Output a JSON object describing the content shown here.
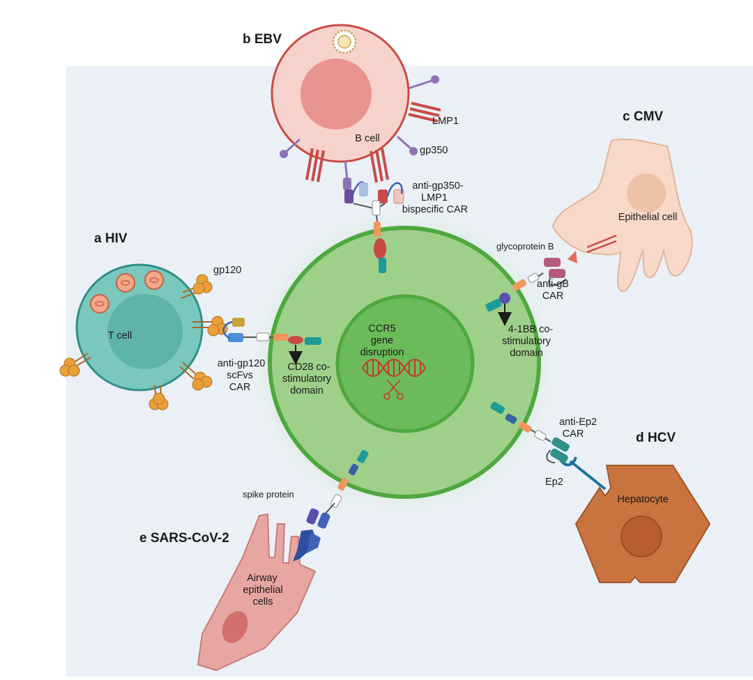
{
  "panels": {
    "hiv": {
      "title": "a HIV",
      "cell": "T cell",
      "antigen": "gp120",
      "car": [
        "anti-gp120",
        "scFvs",
        "CAR"
      ],
      "costim": [
        "CD28 co-",
        "stimulatory",
        "domain"
      ]
    },
    "ebv": {
      "title": "b EBV",
      "cell": "B cell",
      "antigen1": "LMP1",
      "antigen2": "gp350",
      "car": [
        "anti-gp350-",
        "LMP1",
        "bispecific CAR"
      ]
    },
    "cmv": {
      "title": "c CMV",
      "cell": "Epithelial cell",
      "antigen": "glycoprotein B",
      "car": [
        "anti-gB",
        "CAR"
      ],
      "costim": [
        "4-1BB co-",
        "stimulatory",
        "domain"
      ]
    },
    "hcv": {
      "title": "d HCV",
      "cell": "Hepatocyte",
      "antigen": "Ep2",
      "car": [
        "anti-Ep2",
        "CAR"
      ]
    },
    "sars": {
      "title": "e SARS-CoV-2",
      "cell": [
        "Airway",
        "epithelial",
        "cells"
      ],
      "antigen": "spike protein"
    }
  },
  "center": {
    "label": [
      "CCR5",
      "gene",
      "disruption"
    ]
  },
  "colors": {
    "panel_bg": "#eaf0f6",
    "car_t_outer": "#9fd08a",
    "car_t_inner": "#6cbb5a",
    "car_t_border": "#4ea83f",
    "t_cell": "#79c7bd",
    "b_cell": "#f7d2cd",
    "epithelial": "#f8d9c9",
    "hepatocyte": "#c9733f",
    "airway": "#e8a6a3",
    "antigen_orange": "#e8a03a",
    "ebv_red": "#c94a45",
    "ebv_purple": "#8d73b5"
  }
}
